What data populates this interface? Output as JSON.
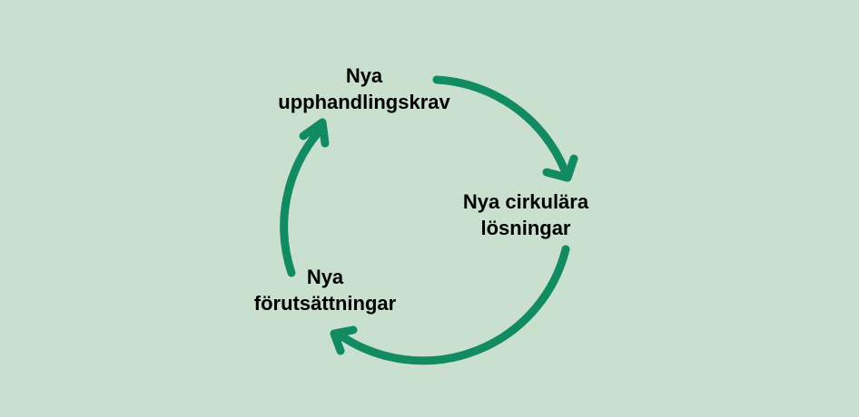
{
  "colors": {
    "background": "#c9e0cf",
    "arrow": "#128a62",
    "text": "#000000"
  },
  "diagram": {
    "type": "cycle",
    "nodes": [
      {
        "id": "top",
        "lines": [
          "Nya",
          "upphandlingskrav"
        ]
      },
      {
        "id": "right",
        "lines": [
          "Nya cirkulära",
          "lösningar"
        ]
      },
      {
        "id": "left",
        "lines": [
          "Nya",
          "förutsättningar"
        ]
      }
    ],
    "arrows": [
      {
        "from": "top",
        "to": "right"
      },
      {
        "from": "right",
        "to": "left"
      },
      {
        "from": "left",
        "to": "top"
      }
    ]
  }
}
